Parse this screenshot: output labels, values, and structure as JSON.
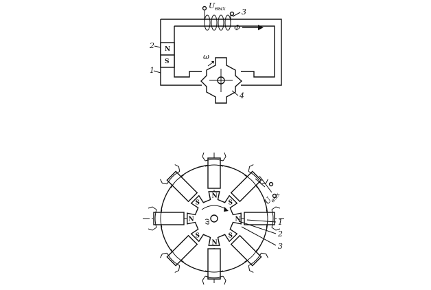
{
  "diagram_top": {
    "output_label": "U",
    "output_sub": "вых",
    "flux_label": "Φ",
    "omega_label": "ω",
    "callouts": [
      "1",
      "2",
      "3",
      "4"
    ],
    "magnet_poles": [
      "N",
      "S"
    ]
  },
  "diagram_bottom": {
    "output_label": "U",
    "output_sub": "вых",
    "omega_label": "ω",
    "rotor_poles": [
      "N",
      "S",
      "N",
      "S",
      "N",
      "S",
      "N",
      "S"
    ],
    "callouts": [
      "1",
      "2",
      "3"
    ]
  }
}
